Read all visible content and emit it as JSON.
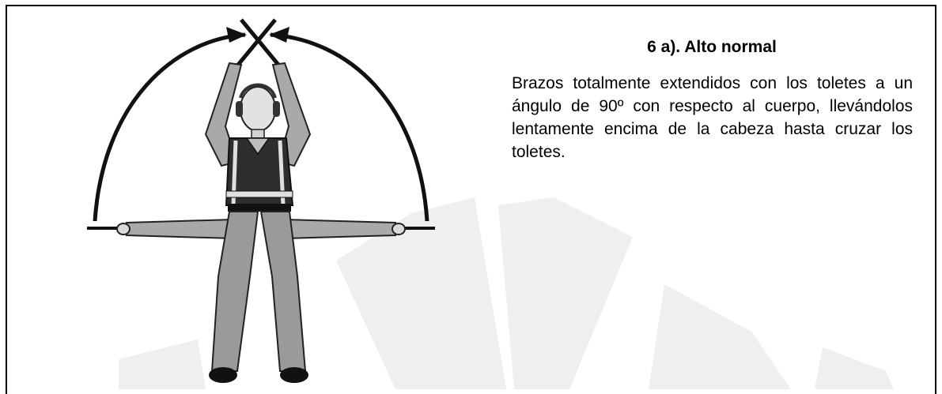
{
  "section": {
    "title": "6 a). Alto normal",
    "description": "Brazos totalmente extendidos con los toletes a un ángulo de 90º con respecto al cuerpo, llevándolos lentamente encima de la cabeza hasta cruzar los toletes."
  },
  "figure": {
    "subject": "marshaller-signal-figure",
    "colors": {
      "ink": "#1a1a1a",
      "shirt": "#2e2e2e",
      "pants": "#9a9a9a",
      "skin": "#d9d9d9",
      "arrow": "#111111",
      "watermark": "#ededed"
    }
  }
}
